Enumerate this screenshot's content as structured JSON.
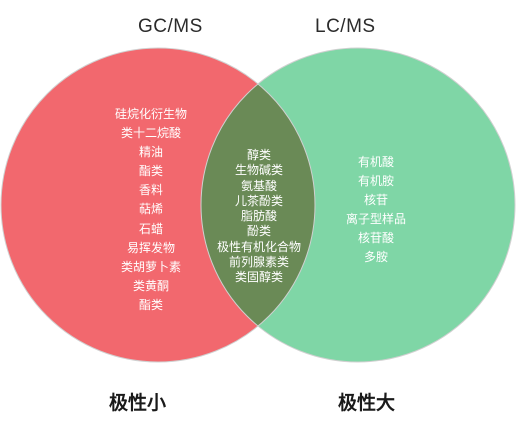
{
  "diagram": {
    "colors": {
      "gc_circle": "#f2686e",
      "lc_circle": "#7fd6a6",
      "overlap": "#6a8a56",
      "outline": "#d0d0d0",
      "text": "#ffffff"
    },
    "gc": {
      "title": "GC/MS",
      "items": [
        "硅烷化衍生物",
        "类十二烷酸",
        "精油",
        "酯类",
        "香料",
        "萜烯",
        "石蜡",
        "易挥发物",
        "类胡萝卜素",
        "类黄酮",
        "酯类"
      ],
      "polarity": "极性小"
    },
    "lc": {
      "title": "LC/MS",
      "items": [
        "有机酸",
        "有机胺",
        "核苷",
        "离子型样品",
        "核苷酸",
        "多胺"
      ],
      "polarity": "极性大"
    },
    "shared": {
      "items": [
        "醇类",
        "生物碱类",
        "氨基酸",
        "儿茶酚类",
        "脂肪酸",
        "酚类",
        "极性有机化合物",
        "前列腺素类",
        "类固醇类"
      ]
    }
  }
}
